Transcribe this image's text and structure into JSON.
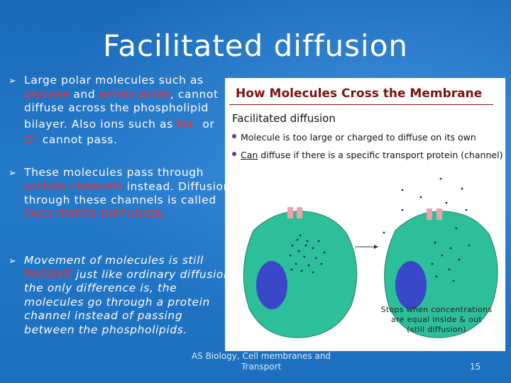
{
  "slide": {
    "title": "Facilitated diffusion",
    "bullets": [
      {
        "line_a1": "Large polar molecules such as",
        "red_a": "glucose",
        "mid_a": " and ",
        "red_b": "amino acids",
        "line_a2": ", cannot diffuse across the phospholipid bilayer. Also ions such as ",
        "red_c": "Na",
        "sup_c": "+",
        "mid_c": " or ",
        "red_d": "Cl",
        "sup_d": "-",
        "line_a3": " cannot pass."
      },
      {
        "text_a": "These molecules pass through ",
        "red_a": "protein channels",
        "text_b": " instead. Diffusion through these channels is called ",
        "red_b": "FACILITATED DIFFUSION."
      },
      {
        "text_a": "Movement of molecules is still ",
        "red_a": "PASSIVE",
        "text_b": " just like ordinary diffusion, the only difference is, the molecules go through a protein channel instead of passing between the phospholipids."
      }
    ]
  },
  "figure": {
    "title": "How Molecules Cross the Membrane",
    "subtitle": "Facilitated diffusion",
    "point1": "Molecule is too large or charged to diffuse on its own",
    "point2_u": "Can",
    "point2_rest": " diffuse if there is a specific transport protein (channel)",
    "stops_line1": "Stops when concentrations",
    "stops_line2": "are equal inside & out",
    "stops_line3": "(still diffusion)"
  },
  "footer": {
    "line1": "AS Biology, Cell membranes and",
    "line2": "Transport",
    "page": "15"
  },
  "colors": {
    "background": "#1f74c4",
    "highlight": "#ff2a2a",
    "cell": "#2dbf9a",
    "nucleus": "#3a47c8",
    "channel": "#f2a0a8"
  }
}
